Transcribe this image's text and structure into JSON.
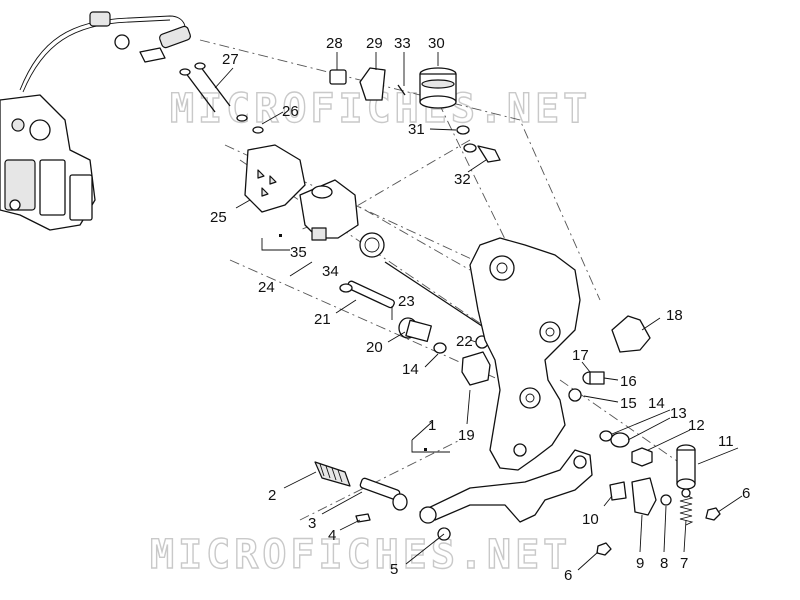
{
  "watermark": "MICROFICHES.NET",
  "callouts": [
    {
      "id": "1",
      "text": "1"
    },
    {
      "id": "2",
      "text": "2"
    },
    {
      "id": "3",
      "text": "3"
    },
    {
      "id": "4",
      "text": "4"
    },
    {
      "id": "5",
      "text": "5"
    },
    {
      "id": "6a",
      "text": "6"
    },
    {
      "id": "6b",
      "text": "6"
    },
    {
      "id": "7",
      "text": "7"
    },
    {
      "id": "8",
      "text": "8"
    },
    {
      "id": "9",
      "text": "9"
    },
    {
      "id": "10",
      "text": "10"
    },
    {
      "id": "11",
      "text": "11"
    },
    {
      "id": "12",
      "text": "12"
    },
    {
      "id": "13",
      "text": "13"
    },
    {
      "id": "14a",
      "text": "14"
    },
    {
      "id": "14b",
      "text": "14"
    },
    {
      "id": "15",
      "text": "15"
    },
    {
      "id": "16",
      "text": "16"
    },
    {
      "id": "17",
      "text": "17"
    },
    {
      "id": "18",
      "text": "18"
    },
    {
      "id": "19",
      "text": "19"
    },
    {
      "id": "20",
      "text": "20"
    },
    {
      "id": "21",
      "text": "21"
    },
    {
      "id": "22",
      "text": "22"
    },
    {
      "id": "23",
      "text": "23"
    },
    {
      "id": "24",
      "text": "24"
    },
    {
      "id": "25",
      "text": "25"
    },
    {
      "id": "26",
      "text": "26"
    },
    {
      "id": "27",
      "text": "27"
    },
    {
      "id": "28",
      "text": "28"
    },
    {
      "id": "29",
      "text": "29"
    },
    {
      "id": "30",
      "text": "30"
    },
    {
      "id": "31",
      "text": "31"
    },
    {
      "id": "32",
      "text": "32"
    },
    {
      "id": "33",
      "text": "33"
    },
    {
      "id": "34",
      "text": "34"
    },
    {
      "id": "35",
      "text": "35"
    }
  ]
}
